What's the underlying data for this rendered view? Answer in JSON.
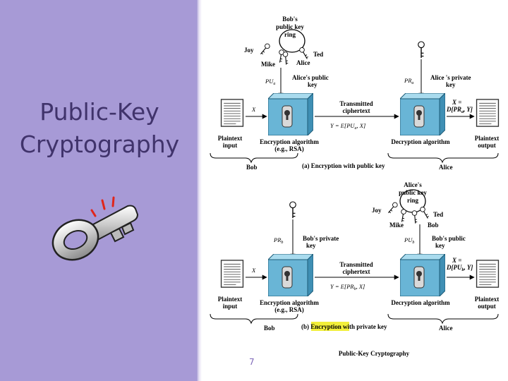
{
  "slide": {
    "title_line1": "Public-Key",
    "title_line2": "Cryptography",
    "number": "7"
  },
  "figure": {
    "caption": "Public-Key Cryptography",
    "panel_a": {
      "ring_label": [
        "Bob's",
        "public key",
        "ring"
      ],
      "ring_names": [
        "Joy",
        "Mike",
        "Alice",
        "Ted"
      ],
      "key_label": [
        "Alice's public",
        "key"
      ],
      "key_symbol": "PU",
      "key_sub": "a",
      "private_key_label": [
        "Alice 's private",
        "key"
      ],
      "private_key_symbol": "PR",
      "private_key_sub": "a",
      "input_var": "X",
      "transmitted": [
        "Transmitted",
        "ciphertext"
      ],
      "cipher_formula": "Y = E[PU",
      "cipher_formula_sub": "a",
      "cipher_formula_end": ", X]",
      "output_var": "X =",
      "output_formula": "D[PR",
      "output_formula_sub": "a",
      "output_formula_end": ", Y]",
      "plaintext_input": [
        "Plaintext",
        "input"
      ],
      "encryption_algo": [
        "Encryption algorithm",
        "(e.g., RSA)"
      ],
      "decryption_algo": "Decryption algorithm",
      "plaintext_output": [
        "Plaintext",
        "output"
      ],
      "sender": "Bob",
      "receiver": "Alice",
      "caption": "(a) Encryption with public key"
    },
    "panel_b": {
      "ring_label": [
        "Alice's",
        "public key",
        "ring"
      ],
      "ring_names": [
        "Joy",
        "Mike",
        "Bob",
        "Ted"
      ],
      "key_label": [
        "Bob's private",
        "key"
      ],
      "key_symbol": "PR",
      "key_sub": "b",
      "public_key_label": [
        "Bob's public",
        "key"
      ],
      "public_key_symbol": "PU",
      "public_key_sub": "b",
      "input_var": "X",
      "transmitted": [
        "Transmitted",
        "ciphertext"
      ],
      "cipher_formula": "Y = E[PR",
      "cipher_formula_sub": "b",
      "cipher_formula_end": ", X]",
      "output_var": "X =",
      "output_formula": "D[PU",
      "output_formula_sub": "b",
      "output_formula_end": ", Y]",
      "plaintext_input": [
        "Plaintext",
        "input"
      ],
      "encryption_algo": [
        "Encryption algorithm",
        "(e.g., RSA)"
      ],
      "decryption_algo": "Decryption algorithm",
      "plaintext_output": [
        "Plaintext",
        "output"
      ],
      "sender": "Bob",
      "receiver": "Alice",
      "caption_prefix": "(b) ",
      "caption_highlight": "Encryption",
      "caption_suffix": " with private key"
    }
  },
  "colors": {
    "panel_bg": "#a79ad6",
    "title_text": "#40336b",
    "box_face": "#69b5d6",
    "box_top": "#a9dbee",
    "box_side": "#3f8fb4",
    "highlight": "#f2ef3a",
    "slide_number": "#7d67b8"
  }
}
